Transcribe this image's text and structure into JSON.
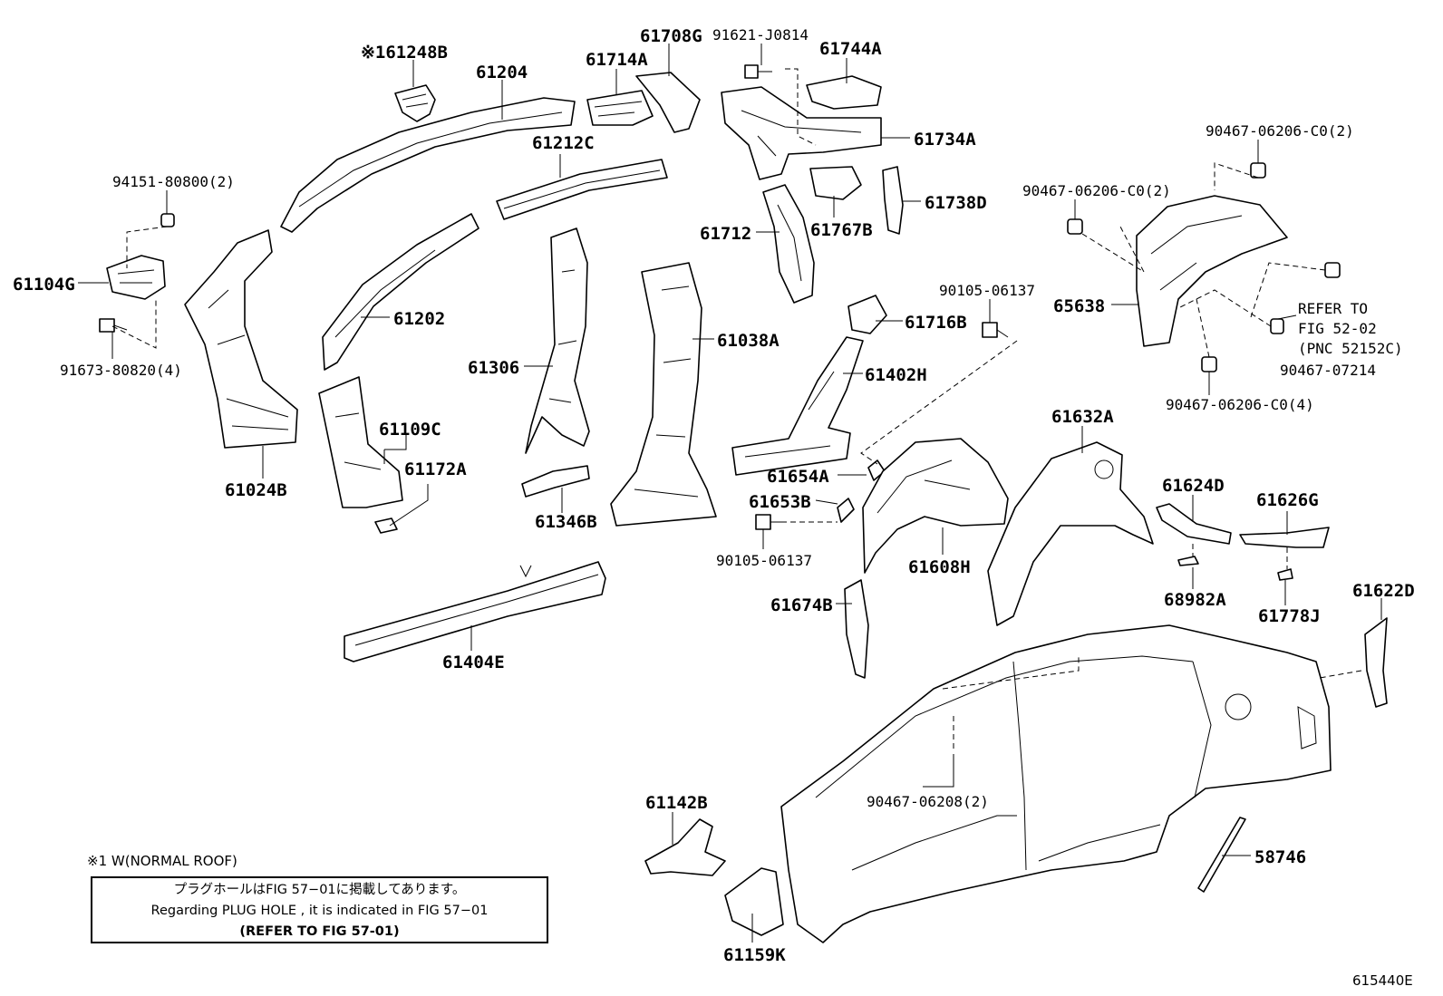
{
  "labels": {
    "p61248B": "※161248B",
    "p61204": "61204",
    "p61714A": "61714A",
    "p61708G": "61708G",
    "p91621": "91621-J0814",
    "p61744A": "61744A",
    "p61734A": "61734A",
    "p61212C": "61212C",
    "p94151": "94151-80800(2)",
    "p61104G": "61104G",
    "p91673": "91673-80820(4)",
    "p61024B": "61024B",
    "p61202": "61202",
    "p61306": "61306",
    "p61038A": "61038A",
    "p61712": "61712",
    "p61767B": "61767B",
    "p61738D": "61738D",
    "p61109C": "61109C",
    "p61172A": "61172A",
    "p61346B": "61346B",
    "p90105a": "90105-06137",
    "p61716B": "61716B",
    "p61402H": "61402H",
    "p61654A": "61654A",
    "p61653B": "61653B",
    "p90105b": "90105-06137",
    "p61608H": "61608H",
    "p61674B": "61674B",
    "p61404E": "61404E",
    "p90467_c0_top": "90467-06206-C0(2)",
    "p90467_c0_left": "90467-06206-C0(2)",
    "p65638": "65638",
    "p_refer1": "REFER TO",
    "p_refer2": "FIG 52-02",
    "p_refer3": "(PNC 52152C)",
    "p90467_07214": "90467-07214",
    "p90467_c0_4": "90467-06206-C0(4)",
    "p61632A": "61632A",
    "p61624D": "61624D",
    "p61626G": "61626G",
    "p68982A": "68982A",
    "p61778J": "61778J",
    "p61622D": "61622D",
    "p90467_06208": "90467-06208(2)",
    "p58746": "58746",
    "p61142B": "61142B",
    "p61159K": "61159K"
  },
  "note": {
    "title": "※1 W(NORMAL ROOF)",
    "line1": "プラグホールはFIG 57−01に掲載してあります。",
    "line2": "Regarding PLUG HOLE , it is indicated in FIG 57−01",
    "line3": "(REFER TO FIG 57-01)"
  },
  "figure_number": "615440E"
}
